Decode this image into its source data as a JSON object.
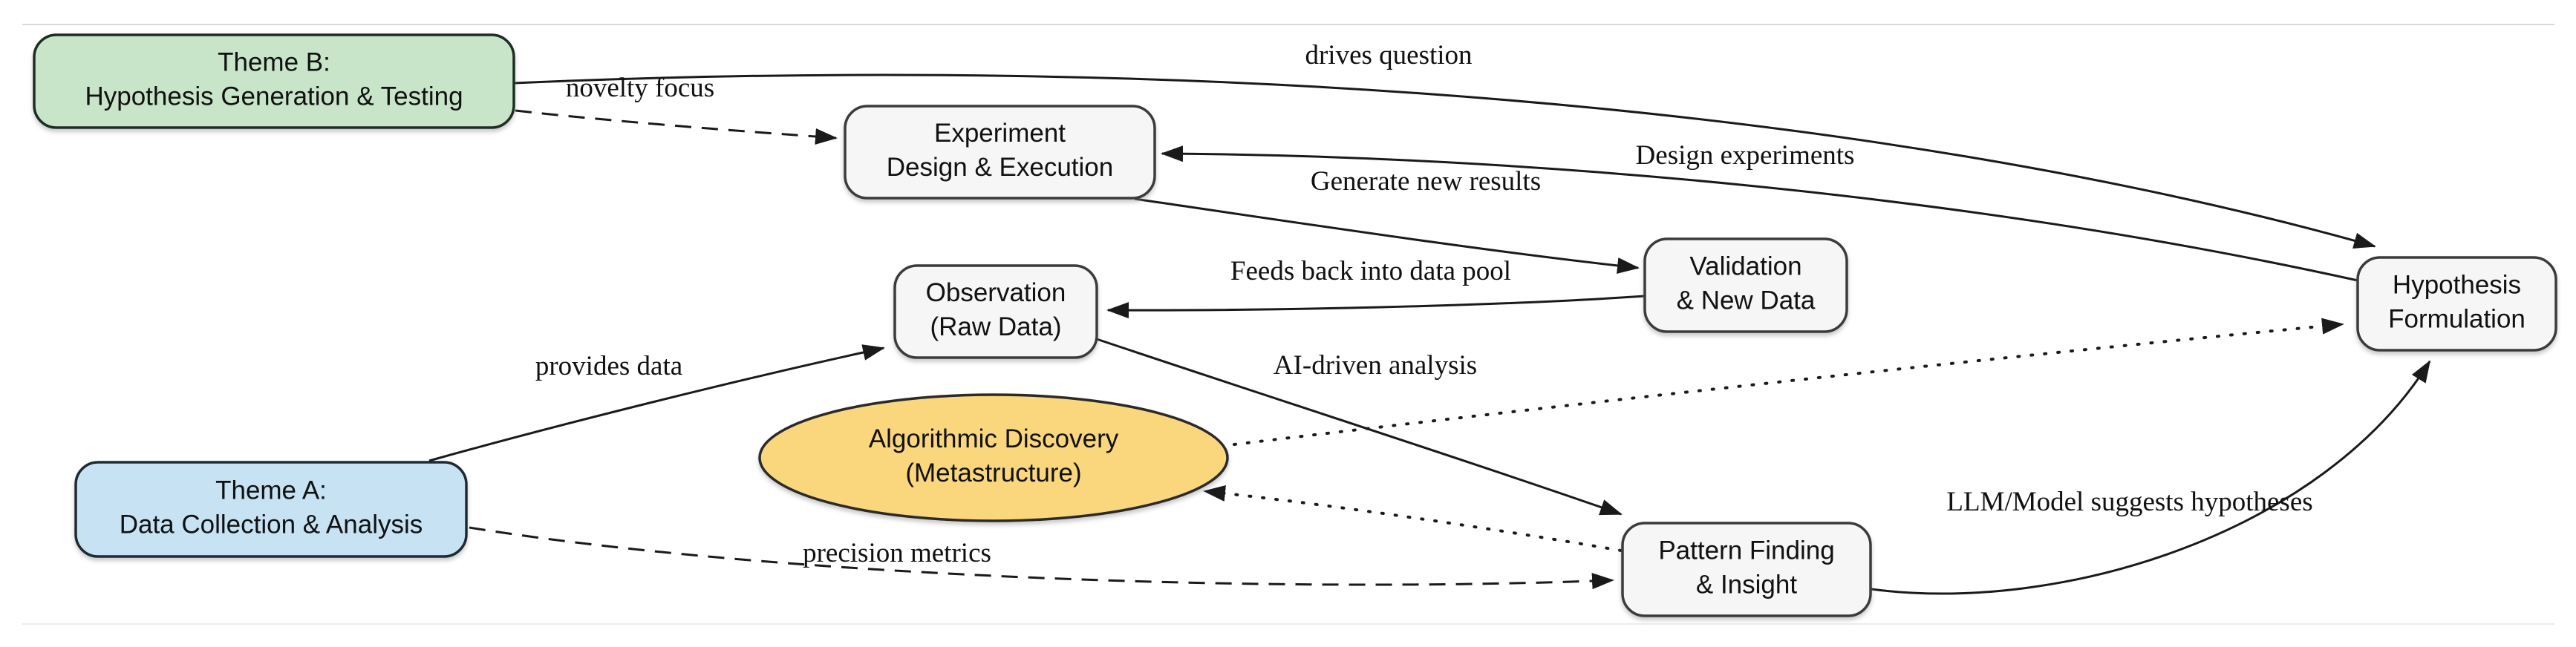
{
  "figure": {
    "background": "#ffffff",
    "description_colors": {
      "theme_b_fill": "#c8e4c9",
      "theme_a_fill": "#c6e2f3",
      "ellipse_fill": "#fad77d",
      "process_fill": "#f6f6f6",
      "node_border": "#2b2b2b",
      "edge_color": "#1a1a1a",
      "rule_color": "#d9d9d9"
    }
  },
  "nodes": [
    {
      "id": "theme-b",
      "shape": "rounded-rect",
      "fill": "#c8e4c9",
      "stroke": "#1f2d22",
      "label_lines": [
        "Theme B:",
        "Hypothesis Generation & Testing"
      ]
    },
    {
      "id": "experiment",
      "shape": "rounded-rect",
      "fill": "#f6f6f6",
      "stroke": "#3a3a3a",
      "label_lines": [
        "Experiment",
        "Design & Execution"
      ]
    },
    {
      "id": "validation",
      "shape": "rounded-rect",
      "fill": "#f6f6f6",
      "stroke": "#3a3a3a",
      "label_lines": [
        "Validation",
        "& New Data"
      ]
    },
    {
      "id": "hypothesis",
      "shape": "rounded-rect",
      "fill": "#f6f6f6",
      "stroke": "#3a3a3a",
      "label_lines": [
        "Hypothesis",
        "Formulation"
      ]
    },
    {
      "id": "observation",
      "shape": "rounded-rect",
      "fill": "#f6f6f6",
      "stroke": "#3a3a3a",
      "label_lines": [
        "Observation",
        "(Raw Data)"
      ]
    },
    {
      "id": "algorithmic",
      "shape": "ellipse",
      "fill": "#fad77d",
      "stroke": "#2b2b2b",
      "label_lines": [
        "Algorithmic Discovery",
        "(Metastructure)"
      ]
    },
    {
      "id": "theme-a",
      "shape": "rounded-rect",
      "fill": "#c6e2f3",
      "stroke": "#1f2a33",
      "label_lines": [
        "Theme A:",
        "Data Collection & Analysis"
      ]
    },
    {
      "id": "pattern",
      "shape": "rounded-rect",
      "fill": "#f6f6f6",
      "stroke": "#3a3a3a",
      "label_lines": [
        "Pattern Finding",
        "& Insight"
      ]
    }
  ],
  "edges": [
    {
      "id": "drives-question",
      "from": "theme-b",
      "to": "hypothesis",
      "style": "solid",
      "label": "drives question"
    },
    {
      "id": "novelty-focus",
      "from": "theme-b",
      "to": "experiment",
      "style": "dashed",
      "label": "novelty focus"
    },
    {
      "id": "design-experiments",
      "from": "hypothesis",
      "to": "experiment",
      "style": "solid",
      "label": "Design experiments"
    },
    {
      "id": "generate-new-results",
      "from": "experiment",
      "to": "validation",
      "style": "solid",
      "label": "Generate new results"
    },
    {
      "id": "feeds-back",
      "from": "validation",
      "to": "observation",
      "style": "solid",
      "label": "Feeds back into data pool"
    },
    {
      "id": "ai-driven-analysis",
      "from": "observation",
      "to": "pattern",
      "style": "solid",
      "label": "AI-driven analysis"
    },
    {
      "id": "provides-data",
      "from": "theme-a",
      "to": "observation",
      "style": "solid",
      "label": "provides data"
    },
    {
      "id": "precision-metrics",
      "from": "theme-a",
      "to": "pattern",
      "style": "dashed",
      "label": "precision metrics"
    },
    {
      "id": "llm-suggests",
      "from": "pattern",
      "to": "hypothesis",
      "style": "solid",
      "label": "LLM/Model suggests hypotheses"
    },
    {
      "id": "discovery-to-hypothesis",
      "from": "algorithmic",
      "to": "hypothesis",
      "style": "dotted",
      "label": ""
    },
    {
      "id": "pattern-to-discovery",
      "from": "pattern",
      "to": "algorithmic",
      "style": "dotted",
      "label": ""
    }
  ]
}
